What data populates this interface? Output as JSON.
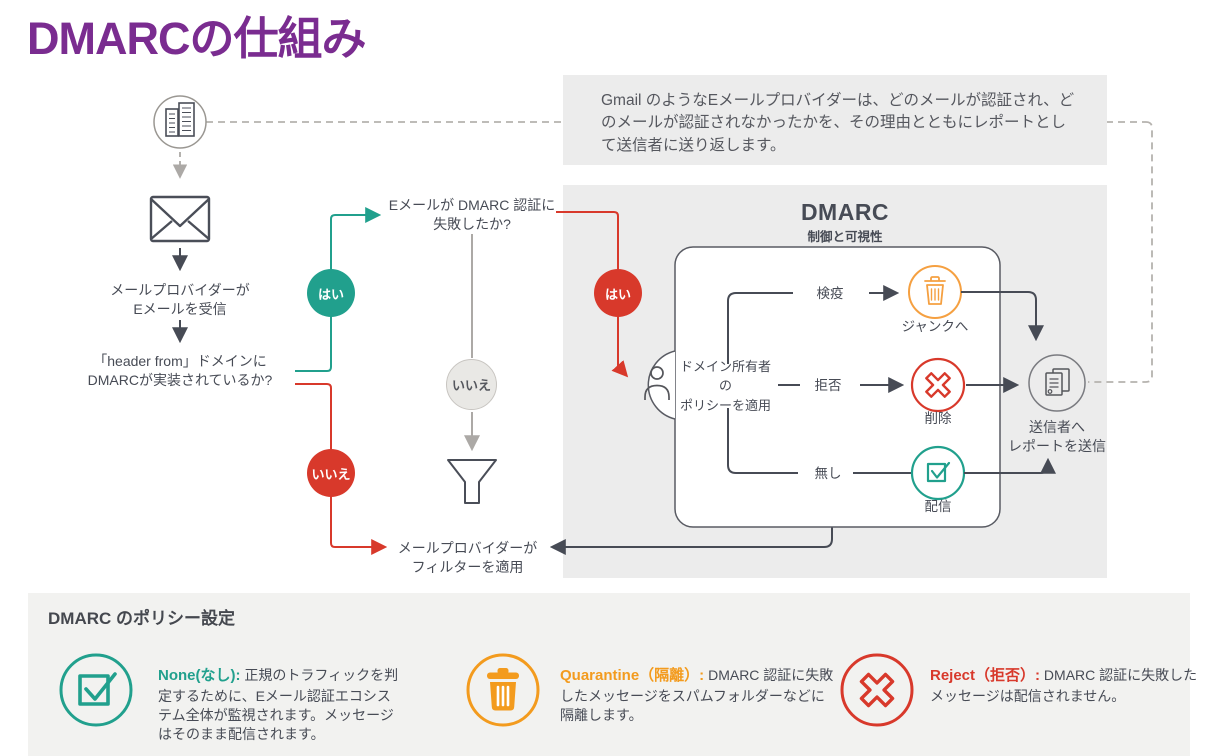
{
  "page": {
    "title": "DMARCの仕組み"
  },
  "note": {
    "text": "Gmail のようなEメールプロバイダーは、どのメールが認証され、どのメールが認証されなかったかを、その理由とともにレポートとして送信者に送り返します。"
  },
  "flow": {
    "provider_receives": {
      "line1": "メールプロバイダーが",
      "line2": "Eメールを受信"
    },
    "dmarc_implemented": {
      "line1": "「header from」ドメインに",
      "line2": "DMARCが実装されているか?"
    },
    "dmarc_fail": {
      "line1": "Eメールが DMARC 認証に",
      "line2": "失敗したか?"
    },
    "filter_applied": {
      "line1": "メールプロバイダーが",
      "line2": "フィルターを適用"
    },
    "yes_label": "はい",
    "no_label": "いいえ"
  },
  "dmarc_box": {
    "title": "DMARC",
    "subtitle": "制御と可視性",
    "owner_policy": {
      "line1": "ドメイン所有者の",
      "line2": "ポリシーを適用"
    },
    "quarantine": {
      "label": "検疫",
      "result": "ジャンクへ"
    },
    "reject": {
      "label": "拒否",
      "result": "削除"
    },
    "none": {
      "label": "無し",
      "result": "配信"
    },
    "report": {
      "line1": "送信者へ",
      "line2": "レポートを送信"
    }
  },
  "policies": {
    "heading": "DMARC のポリシー設定",
    "items": [
      {
        "name": "None(なし):",
        "description": "正規のトラフィックを判定するために、Eメール認証エコシステム全体が監視されます。メッセージはそのまま配信されます。",
        "color": "#21A08D",
        "icon": "checkbox-icon"
      },
      {
        "name": "Quarantine（隔離）:",
        "description": "DMARC 認証に失敗したメッセージをスパムフォルダーなどに隔離します。",
        "color": "#F39B1E",
        "icon": "trash-icon"
      },
      {
        "name": "Reject（拒否）:",
        "description": "DMARC 認証に失敗したメッセージは配信されません。",
        "color": "#D8392B",
        "icon": "cross-icon"
      }
    ]
  },
  "colors": {
    "accent_purple": "#7A2C90",
    "teal": "#21A08D",
    "red": "#D8392B",
    "orange": "#F39B1E",
    "dark": "#474B55",
    "panel_gray": "#ECECEC"
  }
}
